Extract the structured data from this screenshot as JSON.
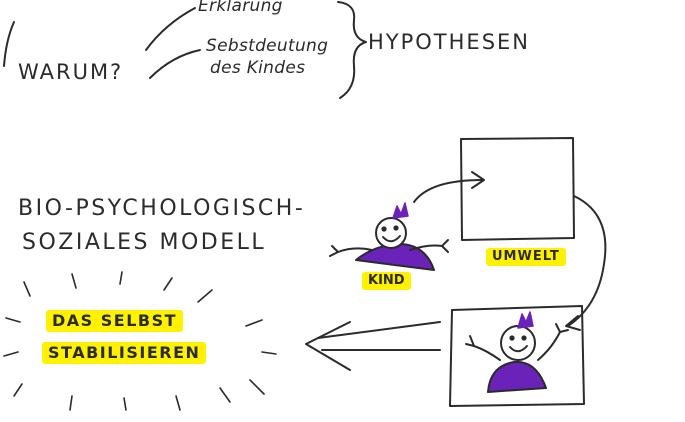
{
  "header": {
    "warum": "WARUM?",
    "erklaerung": "Erklärung",
    "selbstdeutung_line1": "Sebstdeutung",
    "selbstdeutung_line2": "des Kindes",
    "hypothesen": "HYPOTHESEN"
  },
  "model": {
    "title_line1": "BIO-PSYCHOLOGISCH-",
    "title_line2": "SOZIALES MODELL",
    "kind_label": "KIND",
    "umwelt_label": "UMWELT"
  },
  "result": {
    "line1": "DAS SELBST",
    "line2": "STABILISIEREN"
  },
  "colors": {
    "ink": "#2b2b2b",
    "highlight": "#fff200",
    "purple": "#6a22b8"
  },
  "icons": [
    "child-figure-icon",
    "crown-icon",
    "arrow-icon",
    "double-arrow-icon"
  ]
}
